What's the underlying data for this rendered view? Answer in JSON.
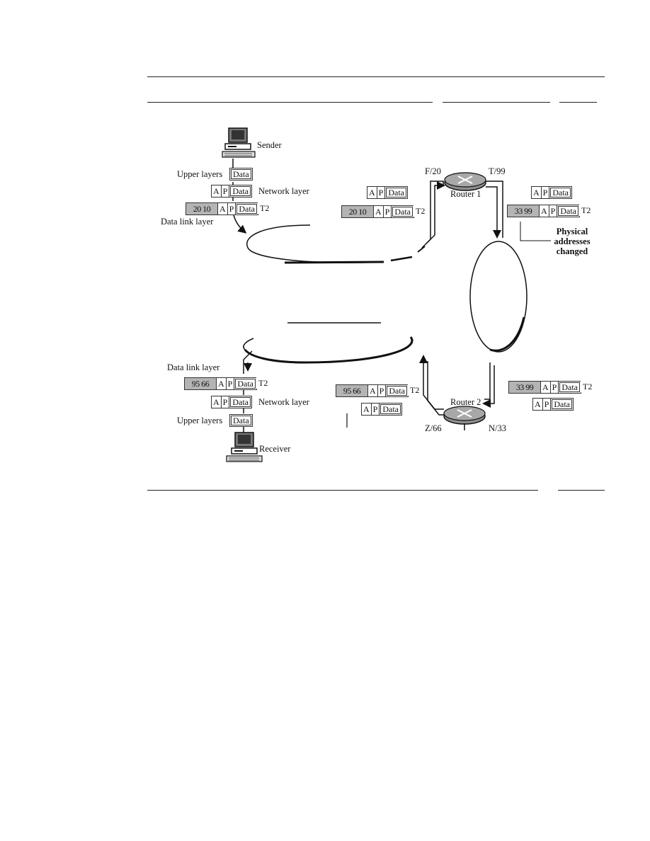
{
  "sender": {
    "label": "Sender",
    "icon": "computer-icon"
  },
  "receiver": {
    "label": "Receiver",
    "icon": "computer-icon"
  },
  "layers": {
    "upper": "Upper layers",
    "network": "Network layer",
    "datalink": "Data link layer"
  },
  "routers": [
    {
      "label": "Router 1",
      "left_port": "F/20",
      "right_port": "T/99"
    },
    {
      "label": "Router 2",
      "left_port": "Z/66",
      "right_port": "N/33"
    }
  ],
  "note": {
    "line1": "Physical",
    "line2": "addresses",
    "line3": "changed"
  },
  "frame": {
    "logical_src": "A",
    "logical_dst": "P",
    "data": "Data",
    "trailer": "T2",
    "sender_addresses": "20 10",
    "router1_addresses": "33 99",
    "router2_addresses": "95 66"
  },
  "colors": {
    "address_shade": "#b4b4b4",
    "line": "#111111"
  }
}
